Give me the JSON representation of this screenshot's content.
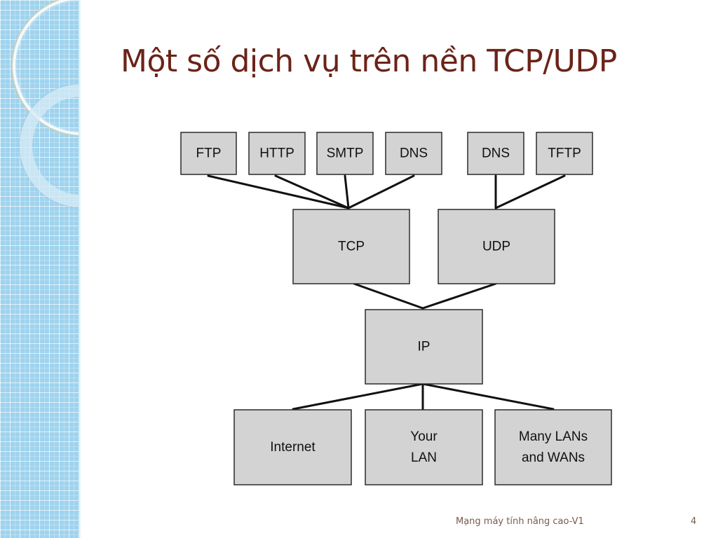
{
  "slide": {
    "title": "Một số dịch vụ trên nền TCP/UDP",
    "footer": "Mạng máy tính nâng cao-V1",
    "page_number": "4"
  },
  "colors": {
    "title": "#6b2318",
    "box_fill": "#d3d3d3",
    "box_border": "#2b2b2b",
    "connector": "#111111",
    "sidebar": "#9fd3ee"
  },
  "diagram": {
    "nodes": {
      "ftp": {
        "lines": [
          "FTP"
        ]
      },
      "http": {
        "lines": [
          "HTTP"
        ]
      },
      "smtp": {
        "lines": [
          "SMTP"
        ]
      },
      "dns_tcp": {
        "lines": [
          "DNS"
        ]
      },
      "dns_udp": {
        "lines": [
          "DNS"
        ]
      },
      "tftp": {
        "lines": [
          "TFTP"
        ]
      },
      "tcp": {
        "lines": [
          "TCP"
        ]
      },
      "udp": {
        "lines": [
          "UDP"
        ]
      },
      "ip": {
        "lines": [
          "IP"
        ]
      },
      "internet": {
        "lines": [
          "Internet"
        ]
      },
      "your_lan": {
        "lines": [
          "Your",
          "LAN"
        ]
      },
      "many": {
        "lines": [
          "Many LANs",
          "and WANs"
        ]
      }
    },
    "edges": [
      [
        "ftp",
        "tcp"
      ],
      [
        "http",
        "tcp"
      ],
      [
        "smtp",
        "tcp"
      ],
      [
        "dns_tcp",
        "tcp"
      ],
      [
        "dns_udp",
        "udp"
      ],
      [
        "tftp",
        "udp"
      ],
      [
        "tcp",
        "ip"
      ],
      [
        "udp",
        "ip"
      ],
      [
        "ip",
        "internet"
      ],
      [
        "ip",
        "your_lan"
      ],
      [
        "ip",
        "many"
      ]
    ]
  }
}
